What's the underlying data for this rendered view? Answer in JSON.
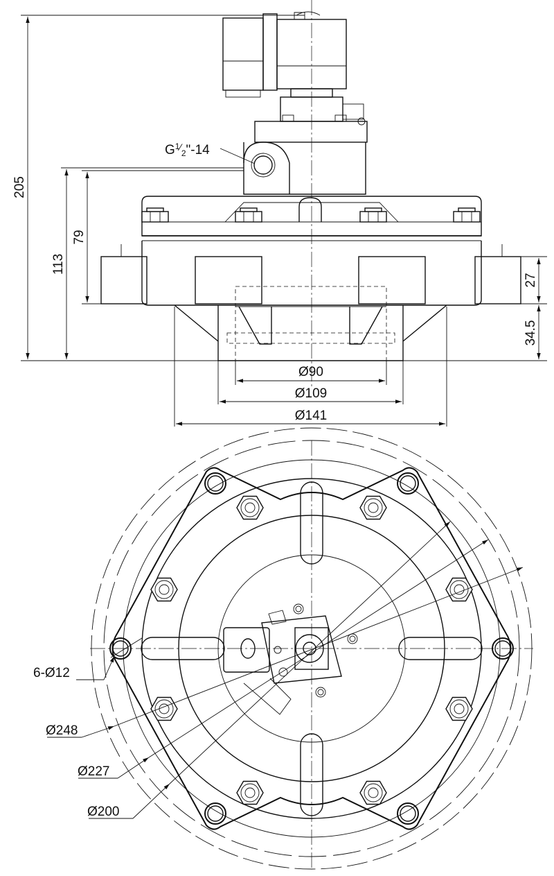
{
  "dimensions": {
    "overall_height": "205",
    "port_height": "113",
    "body_height": "79",
    "flange_height": "27",
    "outlet_height": "34.5",
    "dia_90": "Ø90",
    "dia_109": "Ø109",
    "dia_141": "Ø141",
    "bolt_holes": "6-Ø12",
    "dia_248": "Ø248",
    "dia_227": "Ø227",
    "dia_200": "Ø200"
  },
  "port_label": {
    "prefix": "G",
    "fraction_num": "1",
    "fraction_den": "2",
    "suffix": "\"-14"
  }
}
